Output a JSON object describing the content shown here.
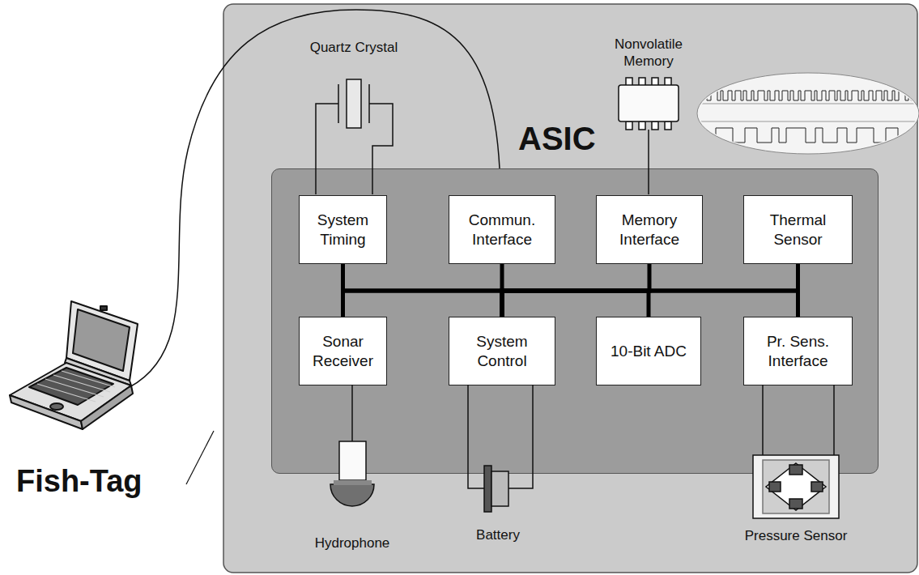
{
  "diagram": {
    "nodes": [
      {
        "text": [
          "ASIC"
        ]
      },
      {
        "text": [
          "System Timing"
        ],
        "in": 0
      },
      {
        "text": [
          "Commun. Interface"
        ],
        "in": 0
      },
      {
        "text": [
          "Memory Interface"
        ],
        "in": 0
      },
      {
        "text": [
          "Thermal Sensor"
        ],
        "in": 0
      },
      {
        "text": [
          "Sonar Receiver"
        ],
        "in": 0
      },
      {
        "text": [
          "System Control"
        ],
        "in": 0
      },
      {
        "text": [
          "10-Bit ADC"
        ],
        "in": 0
      },
      {
        "text": [
          "Pr. Sens. Interface"
        ],
        "in": 0
      }
    ],
    "edges": [
      {
        "from": 6,
        "to": 1,
        "arrow": "none"
      },
      {
        "from": 6,
        "to": 2,
        "arrow": "none"
      },
      {
        "from": 6,
        "to": 3,
        "arrow": "none"
      },
      {
        "from": 6,
        "to": 4,
        "arrow": "none"
      },
      {
        "from": 6,
        "to": 5,
        "arrow": "none"
      },
      {
        "from": 6,
        "to": 7,
        "arrow": "none"
      },
      {
        "from": 6,
        "to": 8,
        "arrow": "none"
      }
    ],
    "labels": [
      "Fish-Tag",
      "Quartz Crystal",
      "Nonvolatile Memory",
      "Hydrophone",
      "Battery",
      "Pressure Sensor"
    ]
  }
}
